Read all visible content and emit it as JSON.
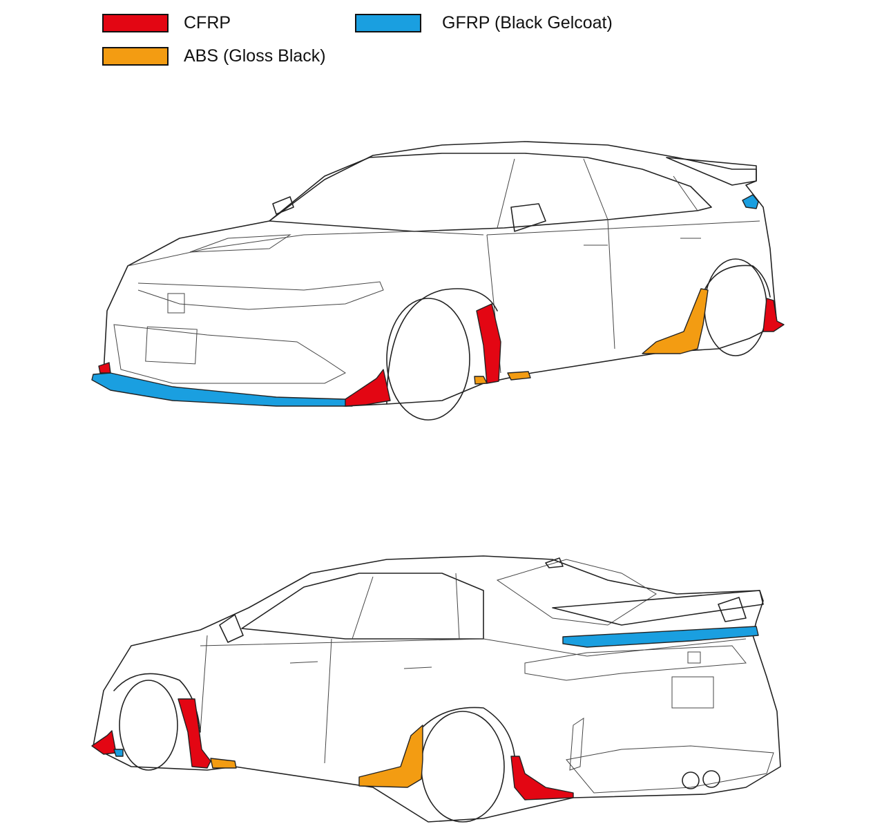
{
  "legend": [
    {
      "label": "CFRP",
      "color": "#e30613"
    },
    {
      "label": "GFRP (Black Gelcoat)",
      "color": "#1a9fe0"
    },
    {
      "label": "ABS (Gloss Black)",
      "color": "#f39c12"
    }
  ]
}
